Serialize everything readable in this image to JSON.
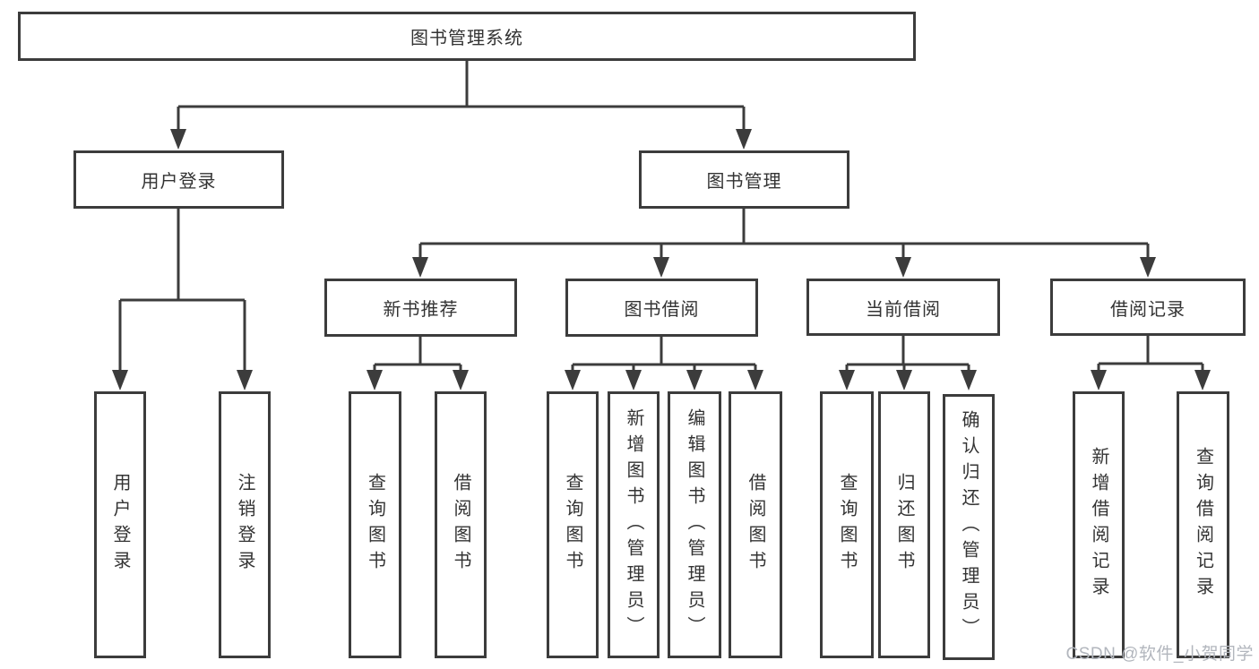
{
  "tree": {
    "root": {
      "label": "图书管理系统"
    },
    "branches": [
      {
        "label": "用户登录",
        "children": [
          "用户登录",
          "注销登录"
        ]
      },
      {
        "label": "图书管理",
        "sections": [
          {
            "label": "新书推荐",
            "children": [
              "查询图书",
              "借阅图书"
            ]
          },
          {
            "label": "图书借阅",
            "children": [
              "查询图书",
              "新增图书（管理员）",
              "编辑图书（管理员）",
              "借阅图书"
            ]
          },
          {
            "label": "当前借阅",
            "children": [
              "查询图书",
              "归还图书",
              "确认归还（管理员）"
            ]
          },
          {
            "label": "借阅记录",
            "children": [
              "新增借阅记录",
              "查询借阅记录"
            ]
          }
        ]
      }
    ]
  },
  "watermark": {
    "text": "CSDN @软件_小贺同学"
  },
  "colors": {
    "line": "#3c3c3c",
    "text": "#333333",
    "background": "#ffffff",
    "watermark": "#b2b6bd"
  }
}
